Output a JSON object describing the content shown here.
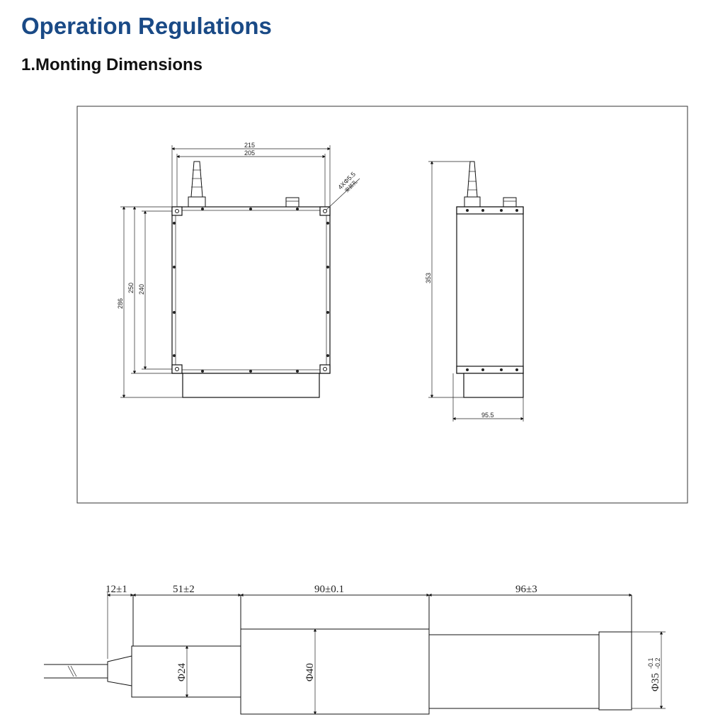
{
  "header": {
    "title": "Operation Regulations",
    "section": "1.Monting Dimensions"
  },
  "top_drawing": {
    "width_outer": "215",
    "width_inner": "205",
    "hole_spec": "4XΦ5.5",
    "hole_note": "安装孔",
    "height_total": "286",
    "height_body": "250",
    "height_holes": "240",
    "side_height": "353",
    "side_depth": "95.5"
  },
  "bottom_drawing": {
    "seg1": "12±1",
    "seg2": "51±2",
    "seg3": "90±0.1",
    "seg4": "96±3",
    "dia1": "Φ24",
    "dia2": "Φ40",
    "dia3": "Φ35",
    "dia3_tol_upper": "-0.1",
    "dia3_tol_lower": "-0.2"
  }
}
